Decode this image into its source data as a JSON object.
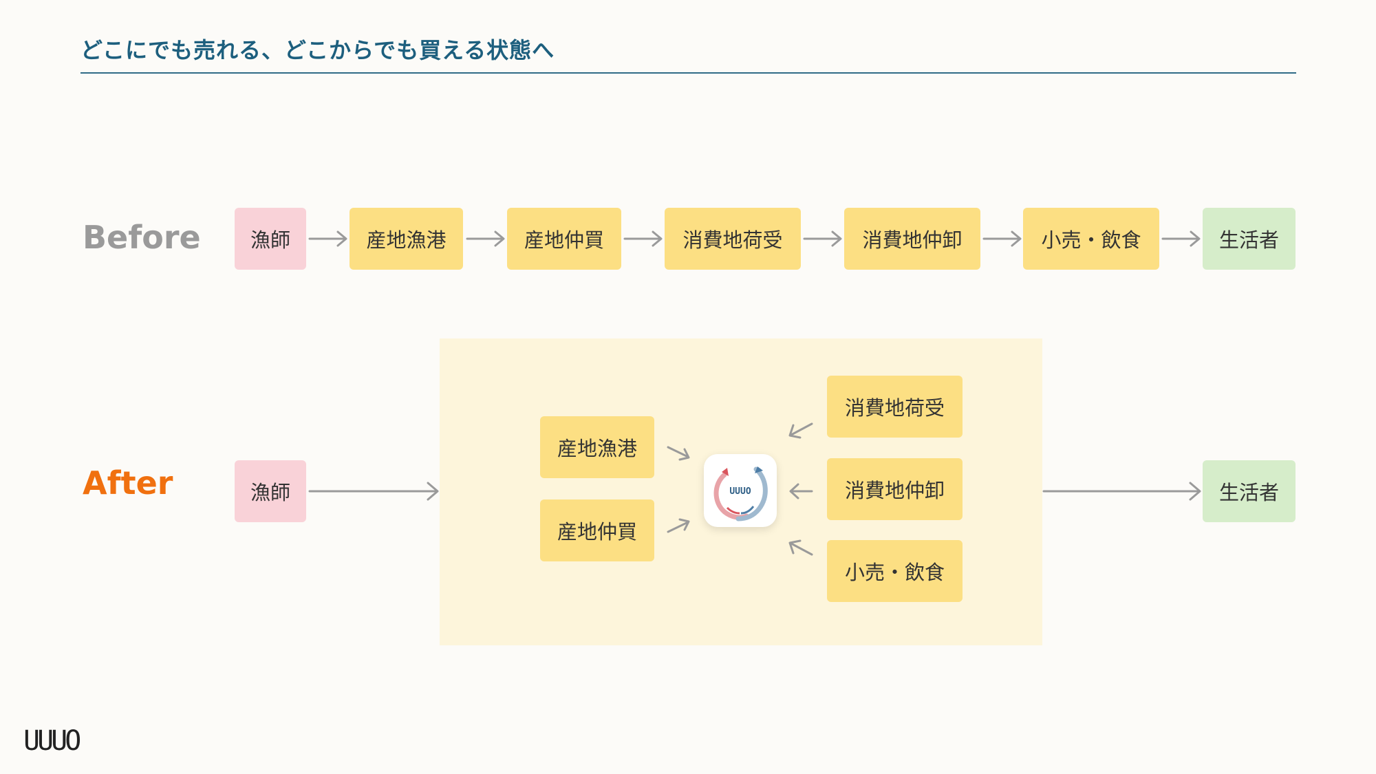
{
  "title": "どこにでも売れる、どこからでも買える状態へ",
  "before": {
    "label": "Before",
    "steps": [
      "漁師",
      "産地漁港",
      "産地仲買",
      "消費地荷受",
      "消費地仲卸",
      "小売・飲食",
      "生活者"
    ]
  },
  "after": {
    "label": "After",
    "source": "漁師",
    "left_nodes": [
      "産地漁港",
      "産地仲買"
    ],
    "right_nodes": [
      "消費地荷受",
      "消費地仲卸",
      "小売・飲食"
    ],
    "destination": "生活者",
    "app_icon_text": "UUUO"
  },
  "logo_text": "UUUO",
  "colors": {
    "title": "#1d5f7e",
    "before_label": "#9a9a9a",
    "after_label": "#f0700f",
    "fisher": "#f9d2d8",
    "intermediary": "#fcdf83",
    "consumer": "#d6edca",
    "panel": "#fdf5db",
    "arrow": "#9a9a9a"
  }
}
